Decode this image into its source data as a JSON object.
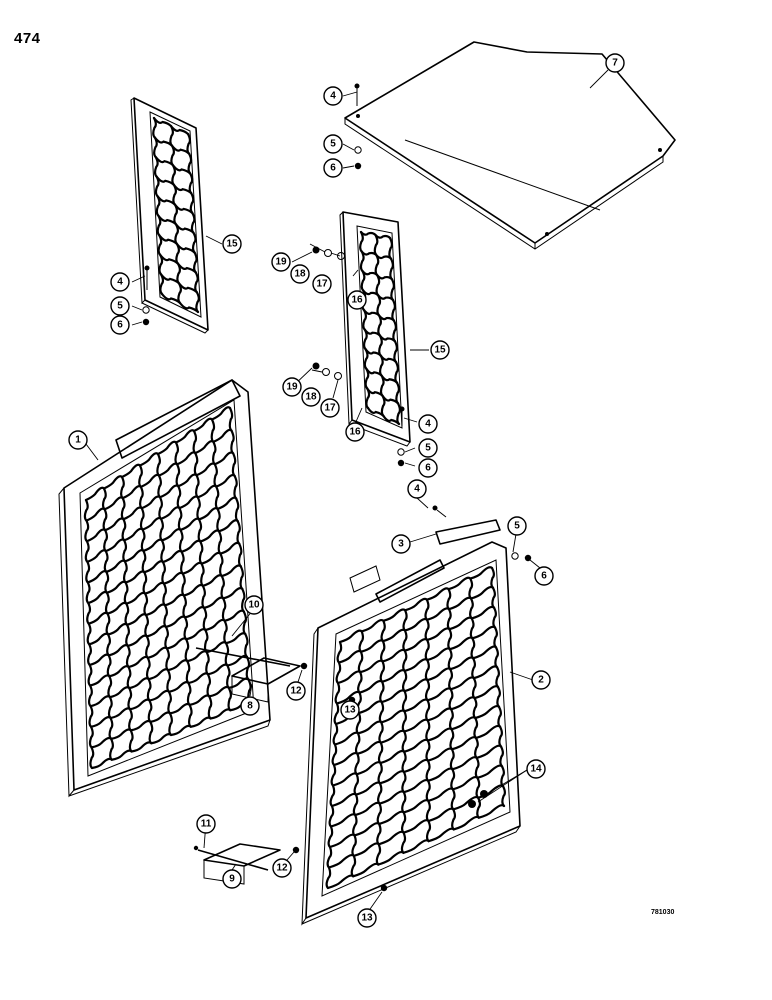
{
  "page_number": "474",
  "figure_code": "781030",
  "callouts": [
    "1",
    "2",
    "3",
    "4",
    "5",
    "6",
    "7",
    "8",
    "9",
    "10",
    "11",
    "12",
    "13",
    "14",
    "15",
    "16",
    "17",
    "18",
    "19"
  ]
}
